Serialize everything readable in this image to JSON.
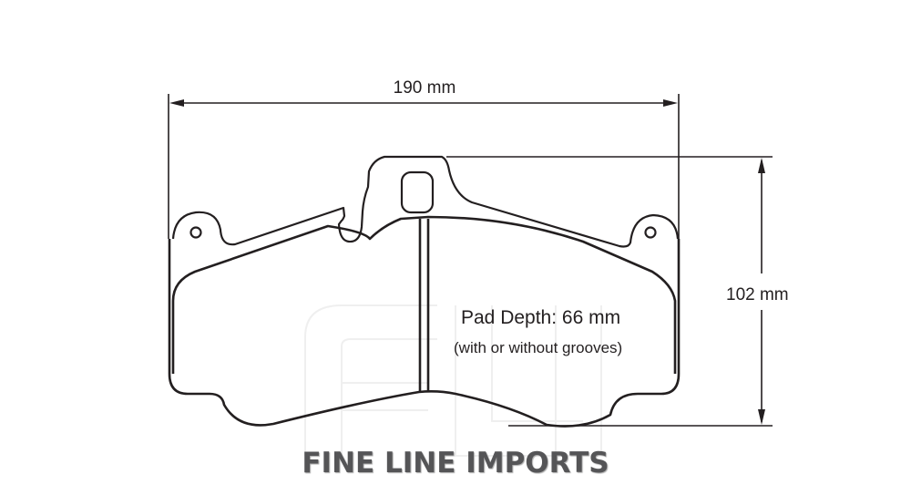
{
  "diagram": {
    "subject": "brake pad outline",
    "dimensions": {
      "width_label": "190 mm",
      "height_label": "102 mm"
    },
    "pad_depth": {
      "label": "Pad Depth: 66 mm",
      "note": "(with or without grooves)"
    },
    "brand": {
      "name": "FINE LINE IMPORTS",
      "watermark": "FLI"
    },
    "colors": {
      "line": "#231f20",
      "brand_text": "#555557",
      "watermark": "#efefef",
      "background": "#ffffff"
    }
  }
}
